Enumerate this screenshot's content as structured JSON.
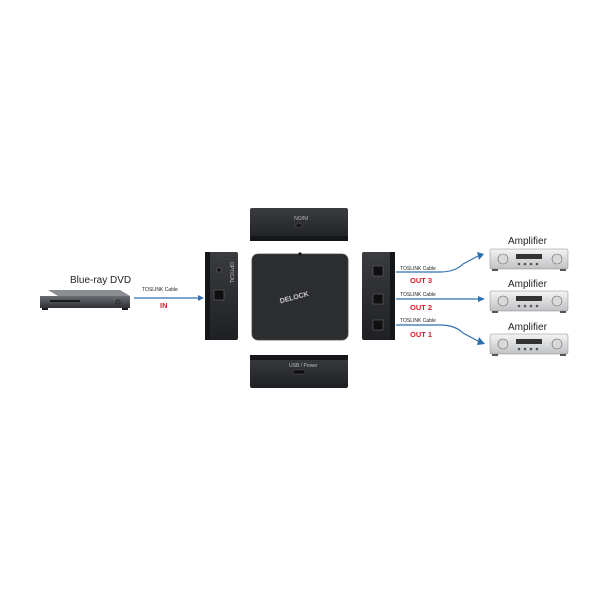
{
  "labels": {
    "source": "Blue-ray DVD",
    "cable_in": "TOSLINK Cable",
    "in": "IN",
    "cable_out3": "TOSLINK Cable",
    "out3": "OUT 3",
    "cable_out2": "TOSLINK Cable",
    "out2": "OUT 2",
    "cable_out1": "TOSLINK Cable",
    "out1": "OUT 1",
    "amp1": "Amplifier",
    "amp2": "Amplifier",
    "amp3": "Amplifier",
    "brand": "DELOCK",
    "top_port": "IN/ON",
    "bottom_port": "USB / Power",
    "left_port": "OPTICAL"
  },
  "colors": {
    "device": "#2b2d30",
    "device_dark": "#1c1d1f",
    "arrow": "#2f6fb0",
    "accent_red": "#d6202a"
  }
}
